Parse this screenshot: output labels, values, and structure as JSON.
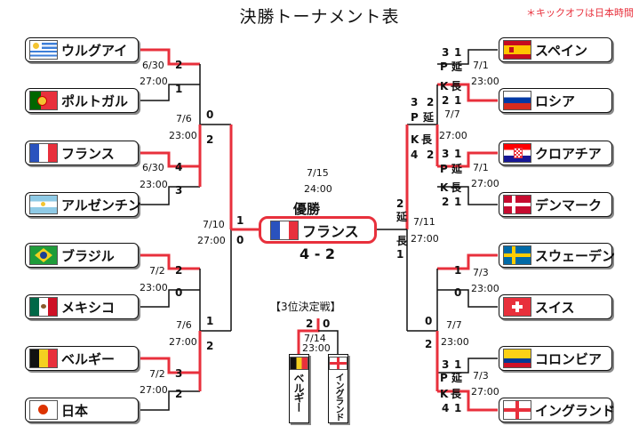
{
  "title": "決勝トーナメント表",
  "note": "＊キックオフは日本時間",
  "teams": {
    "uruguay": "ウルグアイ",
    "portugal": "ポルトガル",
    "france": "フランス",
    "argentina": "アルゼンチン",
    "brazil": "ブラジル",
    "mexico": "メキシコ",
    "belgium": "ベルギー",
    "japan": "日本",
    "spain": "スペイン",
    "russia": "ロシア",
    "croatia": "クロアチア",
    "denmark": "デンマーク",
    "sweden": "スウェーデン",
    "switzerland": "スイス",
    "colombia": "コロンビア",
    "england": "イングランド"
  },
  "matches": {
    "r16_1": {
      "date": "6/30",
      "time": "27:00",
      "s1": "2",
      "s2": "1"
    },
    "r16_2": {
      "date": "6/30",
      "time": "23:00",
      "s1": "4",
      "s2": "3"
    },
    "r16_3": {
      "date": "7/2",
      "time": "23:00",
      "s1": "2",
      "s2": "0"
    },
    "r16_4": {
      "date": "7/2",
      "time": "27:00",
      "s1": "3",
      "s2": "2"
    },
    "r16_5": {
      "date": "7/1",
      "time": "23:00",
      "s1a": "3",
      "s1b": "1",
      "s2a": "2",
      "s2b": "1",
      "pk": "P",
      "et": "延",
      "k": "K",
      "long": "長"
    },
    "r16_6": {
      "date": "7/1",
      "time": "27:00",
      "s1a": "3",
      "s1b": "1",
      "s2a": "2",
      "s2b": "1",
      "pk": "P",
      "et": "延",
      "k": "K",
      "long": "長"
    },
    "r16_7": {
      "date": "7/3",
      "time": "23:00",
      "s1": "1",
      "s2": "0"
    },
    "r16_8": {
      "date": "7/3",
      "time": "27:00",
      "s1a": "3",
      "s1b": "1",
      "s2a": "4",
      "s2b": "1",
      "pk": "P",
      "et": "延",
      "k": "K",
      "long": "長"
    },
    "qf_1": {
      "date": "7/6",
      "time": "23:00",
      "s1": "0",
      "s2": "2"
    },
    "qf_2": {
      "date": "7/6",
      "time": "27:00",
      "s1": "1",
      "s2": "2"
    },
    "qf_3": {
      "date": "7/7",
      "time": "27:00",
      "s1a": "3",
      "s1b": "2",
      "s2a": "4",
      "s2b": "2",
      "pk": "P",
      "et": "延",
      "k": "K",
      "long": "長"
    },
    "qf_4": {
      "date": "7/7",
      "time": "23:00",
      "s1": "0",
      "s2": "2"
    },
    "sf_1": {
      "date": "7/10",
      "time": "27:00",
      "s1": "1",
      "s2": "0"
    },
    "sf_2": {
      "date": "7/11",
      "time": "27:00",
      "s1": "2",
      "s2": "1",
      "et": "延",
      "long": "長"
    },
    "final": {
      "date": "7/15",
      "time": "24:00",
      "label": "優勝",
      "winner": "フランス",
      "score": "4 - 2"
    },
    "third": {
      "title": "【3位決定戦】",
      "date": "7/14",
      "time": "23:00",
      "s1": "2",
      "s2": "0",
      "team1": "ベルギー",
      "team2": "イングランド"
    }
  },
  "colors": {
    "win_line": "#e8303c",
    "line": "#111111",
    "shadow": "#888888"
  }
}
